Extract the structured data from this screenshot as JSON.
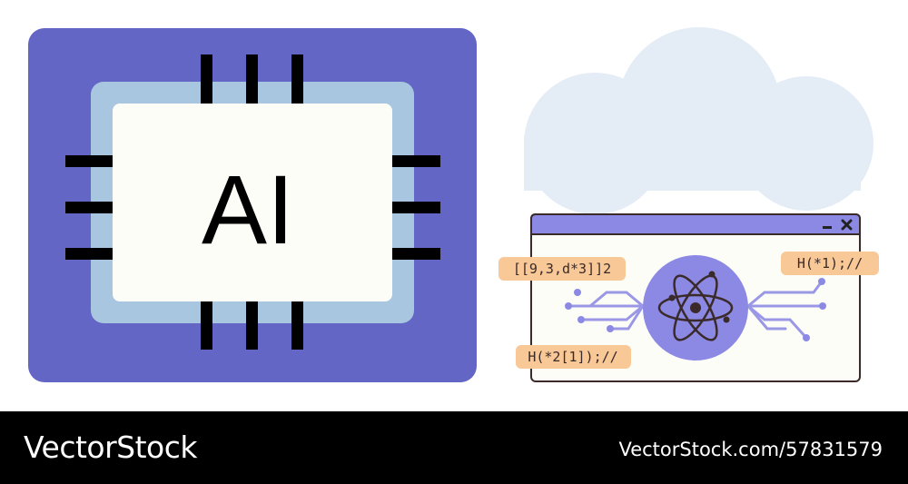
{
  "chip": {
    "label": "AI"
  },
  "window": {
    "controls": [
      "minimize",
      "close"
    ],
    "code_snippets": [
      "[[9,3,d*3]]2",
      "H(*1);//",
      "H(*2[1]);//"
    ]
  },
  "footer": {
    "brand": "VectorStock",
    "image_id": "VectorStock.com/57831579"
  },
  "colors": {
    "chip_outer": "#6466c6",
    "chip_mid": "#a9c6e0",
    "chip_inner": "#fdfdf8",
    "pin": "#000000",
    "cloud": "#e4ecf6",
    "window_bar": "#8b89e3",
    "atom_circle": "#8b89e3",
    "code_label_bg": "#f8c896",
    "circuit_line": "#9a98e6",
    "footer_bg": "#000000"
  },
  "icons": [
    "ai-chip-icon",
    "cloud-icon",
    "atom-icon",
    "minimize-icon",
    "close-icon",
    "circuit-icon"
  ]
}
